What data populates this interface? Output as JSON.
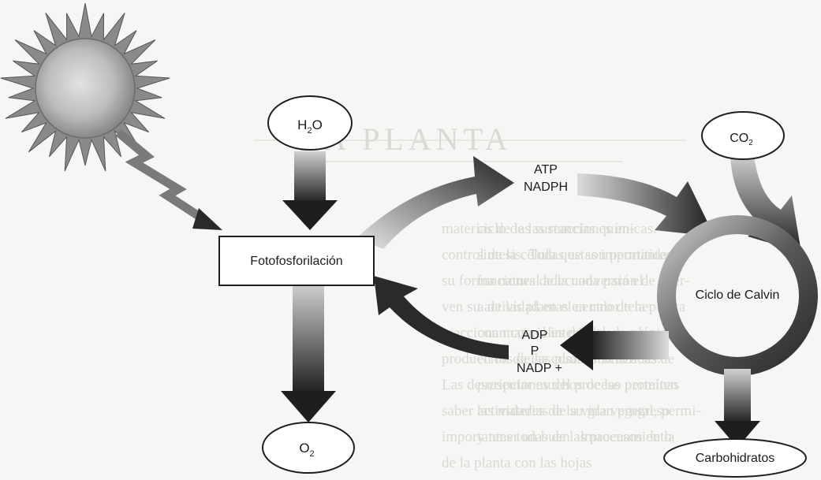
{
  "diagram": {
    "nodes": {
      "water": {
        "label": "H",
        "sub": "2",
        "suffix": "O"
      },
      "co2": {
        "label": "CO",
        "sub": "2",
        "suffix": ""
      },
      "photophosphorylation": {
        "label": "Fotofosforilación"
      },
      "atp_nadph": {
        "line1": "ATP",
        "line2": "NADPH"
      },
      "calvin": {
        "label": "Ciclo de Calvin"
      },
      "adp_p_nadp": {
        "line1": "ADP",
        "line2": "P",
        "line3": "NADP +"
      },
      "oxygen": {
        "label": "O",
        "sub": "2",
        "suffix": ""
      },
      "carbohydrates": {
        "label": "Carbohidratos"
      }
    },
    "background_page": {
      "heading": "LA PLANTA",
      "col_left": [
        "ciclo de las reacciones en-",
        "sintesis. Todas estas importantes",
        "funciones de la conversión de ener-",
        "a de las plantas en calor tener",
        "con materiales de alta energía",
        "en los de las plantas sintéticas de",
        "presentar muchos de las proteínas",
        "actividades de la vida vegetal, permi-",
        "y tener un buen almacenamiento"
      ],
      "col_right": [
        "materias de las sustancias químicas.",
        "control de la célula que son permitidas",
        "su forma natural adecuada para el",
        "ven su actividad en el centro de la planta",
        "reaccionan con el interior de la planta",
        "producción de las cosas sintetizadas.",
        "Las descripciones del proceso permiten",
        "saber las materias de su gran progreso",
        "importantes todas de las procesos de la",
        "de la planta con las hojas"
      ]
    }
  }
}
